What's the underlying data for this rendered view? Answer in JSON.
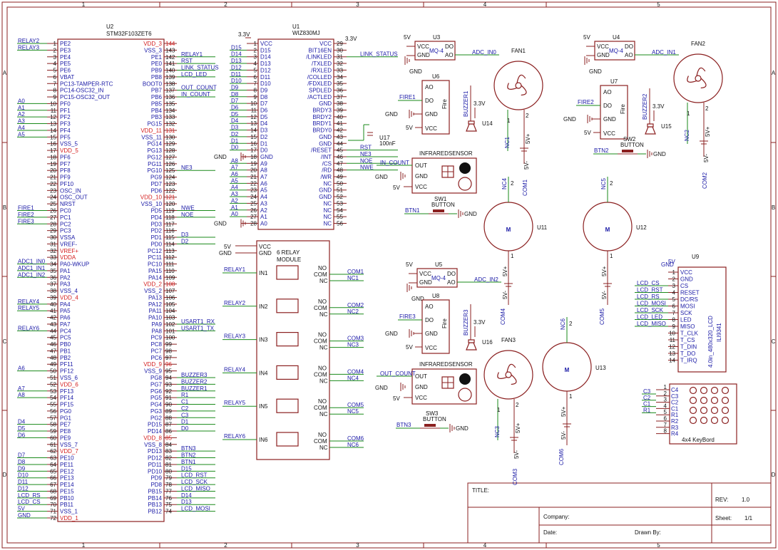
{
  "frame": {
    "columns": [
      "1",
      "2",
      "3",
      "4",
      "5"
    ],
    "rows": [
      "A",
      "B",
      "C",
      "D"
    ]
  },
  "title_block": {
    "title_label": "TITLE:",
    "rev_label": "REV:",
    "rev_value": "1.0",
    "company_label": "Company:",
    "sheet_label": "Sheet:",
    "sheet_value": "1/1",
    "date_label": "Date:",
    "drawn_label": "Drawn By:"
  },
  "u2": {
    "ref": "U2",
    "part": "STM32F103ZET6",
    "left_pins": [
      [
        "PE2",
        "1",
        "RELAY2"
      ],
      [
        "PE3",
        "2",
        "RELAY3"
      ],
      [
        "PE4",
        "3",
        ""
      ],
      [
        "PE5",
        "4",
        ""
      ],
      [
        "PE6",
        "5",
        ""
      ],
      [
        "VBAT",
        "6",
        ""
      ],
      [
        "PC13-TAMPER-RTC",
        "7",
        ""
      ],
      [
        "PC14-OSC32_IN",
        "8",
        ""
      ],
      [
        "PC15-OSC32_OUT",
        "9",
        ""
      ],
      [
        "PF0",
        "10",
        "A0"
      ],
      [
        "PF1",
        "11",
        "A1"
      ],
      [
        "PF2",
        "12",
        "A2"
      ],
      [
        "PF3",
        "13",
        "A3"
      ],
      [
        "PF4",
        "14",
        "A4"
      ],
      [
        "PF5",
        "15",
        "A5"
      ],
      [
        "VSS_5",
        "16",
        ""
      ],
      [
        "VDD_5",
        "17",
        ""
      ],
      [
        "PF6",
        "18",
        ""
      ],
      [
        "PF7",
        "19",
        ""
      ],
      [
        "PF8",
        "20",
        ""
      ],
      [
        "PF9",
        "21",
        ""
      ],
      [
        "PF10",
        "22",
        ""
      ],
      [
        "OSC_IN",
        "23",
        ""
      ],
      [
        "OSC_OUT",
        "24",
        ""
      ],
      [
        "NRST",
        "25",
        ""
      ],
      [
        "PC0",
        "26",
        "FIRE1"
      ],
      [
        "PC1",
        "27",
        "FIRE2"
      ],
      [
        "PC2",
        "28",
        "FIRE3"
      ],
      [
        "PC3",
        "29",
        ""
      ],
      [
        "VSSA",
        "30",
        ""
      ],
      [
        "VREF-",
        "31",
        ""
      ],
      [
        "VREF+",
        "32",
        ""
      ],
      [
        "VDDA",
        "33",
        ""
      ],
      [
        "PA0-WKUP",
        "34",
        "ADC1_IN0"
      ],
      [
        "PA1",
        "35",
        "ADC1_IN1"
      ],
      [
        "PA2",
        "36",
        "ADC1_IN2"
      ],
      [
        "PA3",
        "37",
        ""
      ],
      [
        "VSS_4",
        "38",
        ""
      ],
      [
        "VDD_4",
        "39",
        ""
      ],
      [
        "PA4",
        "40",
        "RELAY4"
      ],
      [
        "PA5",
        "41",
        "RELAY5"
      ],
      [
        "PA6",
        "42",
        ""
      ],
      [
        "PA7",
        "43",
        ""
      ],
      [
        "PC4",
        "44",
        "RELAY6"
      ],
      [
        "PC5",
        "45",
        ""
      ],
      [
        "PB0",
        "46",
        ""
      ],
      [
        "PB1",
        "47",
        ""
      ],
      [
        "PB2",
        "48",
        ""
      ],
      [
        "PF11",
        "49",
        ""
      ],
      [
        "PF12",
        "50",
        "A6"
      ],
      [
        "VSS_6",
        "51",
        ""
      ],
      [
        "VDD_6",
        "52",
        ""
      ],
      [
        "PF13",
        "53",
        "A7"
      ],
      [
        "PF14",
        "54",
        "A8"
      ],
      [
        "PF15",
        "55",
        ""
      ],
      [
        "PG0",
        "56",
        ""
      ],
      [
        "PG1",
        "57",
        ""
      ],
      [
        "PE7",
        "58",
        "D4"
      ],
      [
        "PE8",
        "59",
        "D5"
      ],
      [
        "PE9",
        "60",
        "D6"
      ],
      [
        "VSS_7",
        "61",
        ""
      ],
      [
        "VDD_7",
        "62",
        ""
      ],
      [
        "PE10",
        "63",
        "D7"
      ],
      [
        "PE11",
        "64",
        "D8"
      ],
      [
        "PE12",
        "65",
        "D9"
      ],
      [
        "PE13",
        "66",
        "D10"
      ],
      [
        "PE14",
        "67",
        "D11"
      ],
      [
        "PE15",
        "68",
        "D12"
      ],
      [
        "PB10",
        "69",
        "LCD_RS"
      ],
      [
        "PB11",
        "70",
        "LCD_CS"
      ],
      [
        "VSS_1",
        "71",
        "5V"
      ],
      [
        "VDD_1",
        "72",
        "GND"
      ]
    ],
    "right_pins": [
      [
        "VDD_3",
        "144",
        ""
      ],
      [
        "VSS_3",
        "143",
        ""
      ],
      [
        "PE1",
        "142",
        "RELAY1"
      ],
      [
        "PE0",
        "141",
        "RST"
      ],
      [
        "PB9",
        "140",
        "LINK_STATUS"
      ],
      [
        "PB8",
        "139",
        "LCD_LED"
      ],
      [
        "BOOT0",
        "138",
        ""
      ],
      [
        "PB7",
        "137",
        "OUT_COUNT"
      ],
      [
        "PB6",
        "136",
        "IN_COUNT"
      ],
      [
        "PB5",
        "135",
        ""
      ],
      [
        "PB4",
        "134",
        ""
      ],
      [
        "PB3",
        "133",
        ""
      ],
      [
        "PG15",
        "132",
        ""
      ],
      [
        "VDD_11",
        "131",
        ""
      ],
      [
        "VSS_11",
        "130",
        ""
      ],
      [
        "PG14",
        "129",
        ""
      ],
      [
        "PG13",
        "128",
        ""
      ],
      [
        "PG12",
        "127",
        ""
      ],
      [
        "PG11",
        "126",
        ""
      ],
      [
        "PG10",
        "125",
        "NE3"
      ],
      [
        "PG9",
        "124",
        ""
      ],
      [
        "PD7",
        "123",
        ""
      ],
      [
        "PD6",
        "122",
        ""
      ],
      [
        "VDD_10",
        "121",
        ""
      ],
      [
        "VSS_10",
        "120",
        ""
      ],
      [
        "PD5",
        "119",
        "NWE"
      ],
      [
        "PD4",
        "118",
        "NOE"
      ],
      [
        "PD3",
        "117",
        ""
      ],
      [
        "PD2",
        "116",
        ""
      ],
      [
        "PD1",
        "115",
        "D3"
      ],
      [
        "PD0",
        "114",
        "D2"
      ],
      [
        "PC12",
        "113",
        ""
      ],
      [
        "PC11",
        "112",
        ""
      ],
      [
        "PC10",
        "111",
        ""
      ],
      [
        "PA15",
        "110",
        ""
      ],
      [
        "PA14",
        "109",
        ""
      ],
      [
        "VDD_2",
        "108",
        ""
      ],
      [
        "VSS_2",
        "107",
        ""
      ],
      [
        "PA13",
        "106",
        ""
      ],
      [
        "PA12",
        "105",
        ""
      ],
      [
        "PA11",
        "104",
        ""
      ],
      [
        "PA10",
        "103",
        ""
      ],
      [
        "PA9",
        "102",
        "USART1_RX"
      ],
      [
        "PA8",
        "101",
        "USART1_TX"
      ],
      [
        "PC9",
        "100",
        ""
      ],
      [
        "PC8",
        "99",
        ""
      ],
      [
        "PC7",
        "98",
        ""
      ],
      [
        "PC6",
        "97",
        ""
      ],
      [
        "VDD_9",
        "96",
        ""
      ],
      [
        "VSS_9",
        "95",
        ""
      ],
      [
        "PG8",
        "94",
        "BUZZER3"
      ],
      [
        "PG7",
        "93",
        "BUZZER2"
      ],
      [
        "PG6",
        "92",
        "BUZZER1"
      ],
      [
        "PG5",
        "91",
        "R1"
      ],
      [
        "PG4",
        "90",
        "C1"
      ],
      [
        "PG3",
        "89",
        "C2"
      ],
      [
        "PG2",
        "88",
        "C3"
      ],
      [
        "PD15",
        "87",
        "D1"
      ],
      [
        "PD14",
        "86",
        "D0"
      ],
      [
        "VDD_8",
        "85",
        ""
      ],
      [
        "VSS_8",
        "84",
        ""
      ],
      [
        "PD13",
        "83",
        "BTN3"
      ],
      [
        "PD12",
        "82",
        "BTN2"
      ],
      [
        "PD11",
        "81",
        "BTN1"
      ],
      [
        "PD10",
        "80",
        "D15"
      ],
      [
        "PD9",
        "79",
        "LCD_RST"
      ],
      [
        "PD8",
        "78",
        "LCD_SCK"
      ],
      [
        "PB15",
        "77",
        "LCD_MISO"
      ],
      [
        "PB14",
        "76",
        "D14"
      ],
      [
        "PB13",
        "75",
        "D13"
      ],
      [
        "PB12",
        "74",
        "LCD_MOSI"
      ]
    ]
  },
  "u1": {
    "ref": "U1",
    "part": "WIZ830MJ",
    "left_pins": [
      [
        "VCC",
        "1",
        "3.3V"
      ],
      [
        "D15",
        "2",
        "D15"
      ],
      [
        "D14",
        "3",
        "D14"
      ],
      [
        "D13",
        "4",
        "D13"
      ],
      [
        "D12",
        "5",
        "D12"
      ],
      [
        "D11",
        "6",
        "D11"
      ],
      [
        "D10",
        "7",
        "D10"
      ],
      [
        "D9",
        "8",
        "D9"
      ],
      [
        "D8",
        "9",
        "D8"
      ],
      [
        "D7",
        "10",
        "D7"
      ],
      [
        "D6",
        "11",
        "D6"
      ],
      [
        "D5",
        "12",
        "D5"
      ],
      [
        "D4",
        "13",
        "D4"
      ],
      [
        "D3",
        "14",
        "D3"
      ],
      [
        "D2",
        "15",
        "D2"
      ],
      [
        "D1",
        "16",
        "D1"
      ],
      [
        "D0",
        "17",
        "D0"
      ],
      [
        "GND",
        "18",
        "GND"
      ],
      [
        "A9",
        "19",
        "A8"
      ],
      [
        "A8",
        "20",
        "A7"
      ],
      [
        "A7",
        "21",
        "A6"
      ],
      [
        "A6",
        "22",
        "A5"
      ],
      [
        "A5",
        "23",
        "A4"
      ],
      [
        "A4",
        "24",
        "A3"
      ],
      [
        "A3",
        "25",
        "A2"
      ],
      [
        "A2",
        "26",
        "A1"
      ],
      [
        "A1",
        "27",
        "A0"
      ],
      [
        "A0",
        "28",
        "GND"
      ]
    ],
    "right_pins": [
      [
        "VCC",
        "29",
        "3.3V"
      ],
      [
        "BIT16EN",
        "30",
        ""
      ],
      [
        "/LINKLED",
        "31",
        "LINK_STATUS"
      ],
      [
        "/TXLED",
        "32",
        ""
      ],
      [
        "/RXLED",
        "33",
        ""
      ],
      [
        "/COLLED",
        "34",
        ""
      ],
      [
        "/FDXLED",
        "35",
        ""
      ],
      [
        "SPDLED",
        "36",
        ""
      ],
      [
        "/ACTLED",
        "37",
        ""
      ],
      [
        "GND",
        "38",
        ""
      ],
      [
        "BRDY3",
        "39",
        ""
      ],
      [
        "BRDY2",
        "40",
        ""
      ],
      [
        "BRDY1",
        "41",
        ""
      ],
      [
        "BRDY0",
        "42",
        ""
      ],
      [
        "GND",
        "43",
        ""
      ],
      [
        "GND",
        "44",
        ""
      ],
      [
        "/RESET",
        "45",
        "RST"
      ],
      [
        "/INT",
        "46",
        "NE3"
      ],
      [
        "/CS",
        "47",
        "NOE"
      ],
      [
        "/RD",
        "48",
        "NWE"
      ],
      [
        "/WR",
        "49",
        ""
      ],
      [
        "NC",
        "50",
        ""
      ],
      [
        "GND",
        "51",
        ""
      ],
      [
        "GND",
        "52",
        ""
      ],
      [
        "NC",
        "53",
        ""
      ],
      [
        "NC",
        "54",
        ""
      ],
      [
        "NC",
        "55",
        ""
      ],
      [
        "NC",
        "56",
        ""
      ]
    ],
    "cap_ref": "U17",
    "cap_value": "100nF"
  },
  "relay": {
    "title_line1": "6 RELAY",
    "title_line2": "MODULE",
    "vcc": "VCC",
    "gnd": "GND",
    "power_nets": [
      "5V",
      "GND"
    ],
    "inputs": [
      {
        "net": "RELAY1",
        "pin": "IN1",
        "no": "NO",
        "com": "COM",
        "nc": "NC",
        "com_net": "COM1",
        "nc_net": "NC1"
      },
      {
        "net": "RELAY2",
        "pin": "IN2",
        "no": "NO",
        "com": "COM",
        "nc": "NC",
        "com_net": "COM2",
        "nc_net": "NC2"
      },
      {
        "net": "RELAY3",
        "pin": "IN3",
        "no": "NO",
        "com": "COM",
        "nc": "NC",
        "com_net": "COM3",
        "nc_net": "NC3"
      },
      {
        "net": "RELAY4",
        "pin": "IN4",
        "no": "NO",
        "com": "COM",
        "nc": "NC",
        "com_net": "COM4",
        "nc_net": "NC4"
      },
      {
        "net": "RELAY5",
        "pin": "IN5",
        "no": "NO",
        "com": "COM",
        "nc": "NC",
        "com_net": "COM5",
        "nc_net": "NC5"
      },
      {
        "net": "RELAY6",
        "pin": "IN6",
        "no": "NO",
        "com": "COM",
        "nc": "NC",
        "com_net": "COM6",
        "nc_net": "NC6"
      }
    ]
  },
  "gas_sensors": [
    {
      "ref": "U3",
      "part": "MQ-4",
      "vcc": "VCC",
      "gnd": "GND",
      "do": "DO",
      "ao": "AO",
      "net": "ADC_IN0",
      "pwr": "5V",
      "g": "GND"
    },
    {
      "ref": "U4",
      "part": "MQ-4",
      "vcc": "VCC",
      "gnd": "GND",
      "do": "DO",
      "ao": "AO",
      "net": "ADC_IN1",
      "pwr": "5V",
      "g": "GND"
    },
    {
      "ref": "U5",
      "part": "MQ-4",
      "vcc": "VCC",
      "gnd": "GND",
      "do": "DO",
      "ao": "AO",
      "net": "ADC_IN2",
      "pwr": "5V",
      "g": "GND"
    }
  ],
  "fire_sensors": [
    {
      "ref": "U6",
      "net": "FIRE1",
      "label": "Fire",
      "ao": "AO",
      "do": "DO",
      "gnd": "GND",
      "vcc": "VCC",
      "g": "GND",
      "pwr": "5V"
    },
    {
      "ref": "U7",
      "net": "FIRE2",
      "label": "Fire",
      "ao": "AO",
      "do": "DO",
      "gnd": "GND",
      "vcc": "VCC",
      "g": "GND",
      "pwr": "5V"
    },
    {
      "ref": "U8",
      "net": "FIRE3",
      "label": "Fire",
      "ao": "AO",
      "do": "DO",
      "gnd": "GND",
      "vcc": "VCC",
      "g": "GND",
      "pwr": "5V"
    }
  ],
  "buzzers": [
    {
      "ref": "U14",
      "net": "BUZZER1",
      "pwr": "3.3V"
    },
    {
      "ref": "U15",
      "net": "BUZZER2",
      "pwr": "3.3V"
    },
    {
      "ref": "U16",
      "net": "BUZZER3",
      "pwr": "3.3V"
    }
  ],
  "ir_sensors": [
    {
      "title": "INFRAREDSENSOR",
      "net": "IN_COUNT",
      "out": "OUT",
      "gnd": "GND",
      "vcc": "VCC",
      "g": "GND",
      "pwr": "5V"
    },
    {
      "title": "INFRAREDSENSOR",
      "net": "OUT_COUNT",
      "out": "OUT",
      "gnd": "GND",
      "vcc": "VCC",
      "g": "GND",
      "pwr": "5V"
    }
  ],
  "buttons": [
    {
      "ref": "SW1",
      "label": "BUTTON",
      "net": "BTN1",
      "gnd": "GND"
    },
    {
      "ref": "SW2",
      "label": "BUTTON",
      "net": "BTN2",
      "gnd": "GND"
    },
    {
      "ref": "SW3",
      "label": "BUTTON",
      "net": "BTN3",
      "gnd": "GND"
    }
  ],
  "fans": [
    {
      "ref": "FAN1",
      "nc": "NC1",
      "com": "COM1",
      "v": "5V+",
      "vm": "5V-",
      "p1": "1",
      "p2": "2"
    },
    {
      "ref": "FAN2",
      "nc": "NC2",
      "com": "COM2",
      "v": "5V+",
      "vm": "5V-",
      "p1": "1",
      "p2": "2"
    },
    {
      "ref": "FAN3",
      "nc": "NC3",
      "com": "COM3",
      "v": "5V+",
      "vm": "5V-",
      "p1": "1",
      "p2": "2"
    }
  ],
  "motors": [
    {
      "ref": "U11",
      "nc": "NC4",
      "com": "COM4",
      "v": "5V+",
      "vm": "5V-",
      "p1": "1",
      "p2": "2",
      "glyph": "M"
    },
    {
      "ref": "U12",
      "nc": "NC5",
      "com": "COM5",
      "v": "5V+",
      "vm": "5V-",
      "p1": "1",
      "p2": "2",
      "glyph": "M"
    },
    {
      "ref": "U13",
      "nc": "NC6",
      "com": "COM6",
      "v": "5V+",
      "vm": "5V-",
      "p1": "1",
      "p2": "2",
      "glyph": "M"
    }
  ],
  "lcd": {
    "ref": "U9",
    "title": "4.0in_480x320_LCD",
    "sub": "ILI9341",
    "power": [
      "GND",
      "5V"
    ],
    "pins": [
      [
        "VCC",
        "1",
        ""
      ],
      [
        "GND",
        "2",
        ""
      ],
      [
        "CS",
        "3",
        "LCD_CS"
      ],
      [
        "RESET",
        "4",
        "LCD_RST"
      ],
      [
        "DC/RS",
        "5",
        "LCD_RS"
      ],
      [
        "MOSI",
        "6",
        "LCD_MOSI"
      ],
      [
        "SCK",
        "7",
        "LCD_SCK"
      ],
      [
        "LED",
        "8",
        "LCD_LED"
      ],
      [
        "MISO",
        "9",
        "LCD_MISO"
      ],
      [
        "T_CLK",
        "10",
        ""
      ],
      [
        "T_CS",
        "11",
        ""
      ],
      [
        "T_DIN",
        "12",
        ""
      ],
      [
        "T_DO",
        "13",
        ""
      ],
      [
        "T_IRQ",
        "14",
        ""
      ]
    ]
  },
  "keypad": {
    "title": "4x4 KeyBord",
    "pins": [
      [
        "C4",
        "1",
        "C3"
      ],
      [
        "C3",
        "2",
        "C2"
      ],
      [
        "C2",
        "3",
        "C1"
      ],
      [
        "C1",
        "4",
        "R1"
      ],
      [
        "R1",
        "5",
        ""
      ],
      [
        "R2",
        "6",
        ""
      ],
      [
        "R3",
        "7",
        ""
      ],
      [
        "R4",
        "8",
        ""
      ]
    ]
  }
}
